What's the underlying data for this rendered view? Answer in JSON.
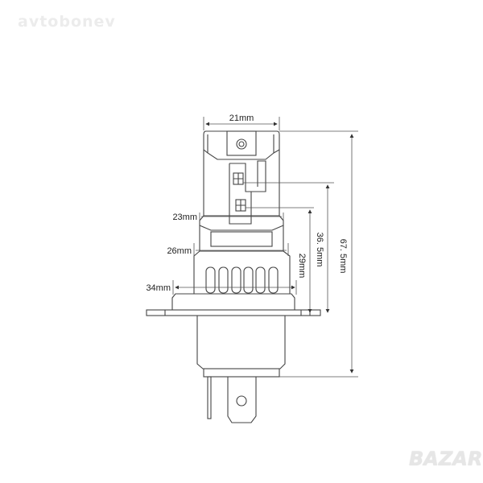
{
  "watermarks": {
    "top_left": "avtobonev",
    "bottom_right": "BAZAR"
  },
  "dimensions": {
    "width_top": "21mm",
    "width_23": "23mm",
    "width_26": "26mm",
    "width_34": "34mm",
    "height_29": "29mm",
    "height_36_5": "36. 5mm",
    "height_67_5": "67. 5mm"
  },
  "colors": {
    "line": "#333333",
    "dim_line": "#555555"
  }
}
